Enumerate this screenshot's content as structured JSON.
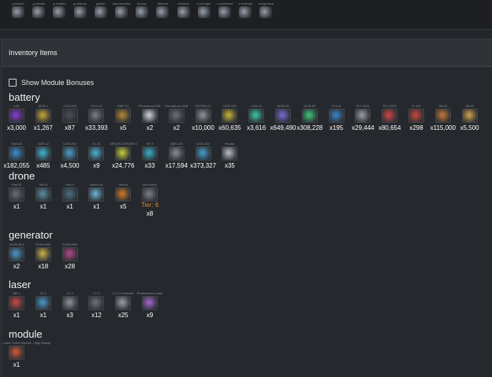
{
  "ships": [
    {
      "label": "g-faction"
    },
    {
      "label": "g-nefaris"
    },
    {
      "label": "g-exalted"
    },
    {
      "label": "g-veteran"
    },
    {
      "label": "goliath"
    },
    {
      "label": "hammerclaw"
    },
    {
      "label": "leonov"
    },
    {
      "label": "tiberion"
    },
    {
      "label": "mimesis"
    },
    {
      "label": "v-avenger"
    },
    {
      "label": "v-dominant"
    },
    {
      "label": "v-revenge"
    },
    {
      "label": "vengeance"
    }
  ],
  "panel": {
    "title": "Inventory Items"
  },
  "toggle": {
    "label": "Show Module Bonuses"
  },
  "categories": [
    {
      "name": "battery",
      "items": [
        {
          "name": "x-BL",
          "qty": "x3,000",
          "color": "#8a3ccf"
        },
        {
          "name": "MCB-1",
          "qty": "x1,267",
          "color": "#c7a83a"
        },
        {
          "name": "CCB-005",
          "qty": "x87",
          "color": "#4a4e55"
        },
        {
          "name": "ECO-10",
          "qty": "x33,393",
          "color": "#7a7f88"
        },
        {
          "name": "EMP-01",
          "qty": "x5",
          "color": "#b58a3a"
        },
        {
          "name": "Permafrost-DSL",
          "qty": "x2",
          "color": "#cfd6de"
        },
        {
          "name": "Permafrost-SSB",
          "qty": "x2",
          "color": "#6d7279"
        },
        {
          "name": "HSTRM-01",
          "qty": "x10,000",
          "color": "#8f949b"
        },
        {
          "name": "UCB-100",
          "qty": "x60,635",
          "color": "#c9b23a"
        },
        {
          "name": "LCB-10",
          "qty": "x3,616",
          "color": "#3ec8a8"
        },
        {
          "name": "MCB-25",
          "qty": "x649,490",
          "color": "#7b6ad6"
        },
        {
          "name": "MCB-50",
          "qty": "x308,228",
          "color": "#3fc77a"
        },
        {
          "name": "PLD-8",
          "qty": "x195",
          "color": "#3a86c9"
        },
        {
          "name": "PLT-2021",
          "qty": "x29,444",
          "color": "#9aa0a7"
        },
        {
          "name": "PLT-2026",
          "qty": "x80,654",
          "color": "#d04848"
        },
        {
          "name": "R-310",
          "qty": "x298",
          "color": "#c94a3a"
        },
        {
          "name": "SB-01",
          "qty": "x115,000",
          "color": "#c8783a"
        },
        {
          "name": "SB-03",
          "qty": "x5,500",
          "color": "#d1a34a"
        },
        {
          "name": "SAB-50",
          "qty": "x182,055",
          "color": "#3a8fd0"
        },
        {
          "name": "SAR-02",
          "qty": "x485",
          "color": "#42b7d6"
        },
        {
          "name": "DCR-250",
          "qty": "x4,500",
          "color": "#4aa0c9"
        },
        {
          "name": "SL-01",
          "qty": "x9",
          "color": "#4ab4d6"
        },
        {
          "name": "SPACECURVEIP-0",
          "qty": "x24,776",
          "color": "#c8d13a"
        },
        {
          "name": "SP-3",
          "qty": "x33",
          "color": "#3ab0c9"
        },
        {
          "name": "UBR-100",
          "qty": "x17,594",
          "color": "#8a8f96"
        },
        {
          "name": "UCB-100",
          "qty": "x373,327",
          "color": "#4a9fd0"
        },
        {
          "name": "Hound",
          "qty": "x35",
          "color": "#b9bec5"
        }
      ]
    },
    {
      "name": "drone",
      "items": [
        {
          "name": "Flax-Dl",
          "qty": "x1",
          "color": "#6b6f75"
        },
        {
          "name": "Iris-Dl",
          "qty": "x1",
          "color": "#5c8fa0"
        },
        {
          "name": "Iris-Dl",
          "qty": "x1",
          "color": "#4a6f80"
        },
        {
          "name": "Havoc-M",
          "qty": "x1",
          "color": "#6fb3cf"
        },
        {
          "name": "Hercul",
          "qty": "x5",
          "color": "#d07a2a"
        },
        {
          "name": "Iris-Drone",
          "qty": "x8",
          "tier": "Tier: 6",
          "color": "#7c8086"
        }
      ]
    },
    {
      "name": "generator",
      "items": [
        {
          "name": "SG3N-B01",
          "qty": "x2",
          "color": "#4f9ac9"
        },
        {
          "name": "SG3N-B02",
          "qty": "x18",
          "color": "#c9b24a"
        },
        {
          "name": "SG3N-B03",
          "qty": "x28",
          "color": "#b04a8a"
        }
      ]
    },
    {
      "name": "laser",
      "items": [
        {
          "name": "MP-1",
          "qty": "x1",
          "color": "#c94a4a"
        },
        {
          "name": "LF-1",
          "qty": "x1",
          "color": "#4a9ac9"
        },
        {
          "name": "LF-2",
          "qty": "x3",
          "color": "#8f949b"
        },
        {
          "name": "LF-3",
          "qty": "x12",
          "color": "#6f7479"
        },
        {
          "name": "LF-3 Overheat",
          "qty": "x25",
          "color": "#9aa0a7"
        },
        {
          "name": "Prometheus Laser",
          "qty": "x9",
          "color": "#a56ad0"
        }
      ]
    },
    {
      "name": "module",
      "items": [
        {
          "name": "Laser Turret Module - High Range",
          "qty": "x1",
          "color": "#d05a3a"
        }
      ]
    }
  ]
}
